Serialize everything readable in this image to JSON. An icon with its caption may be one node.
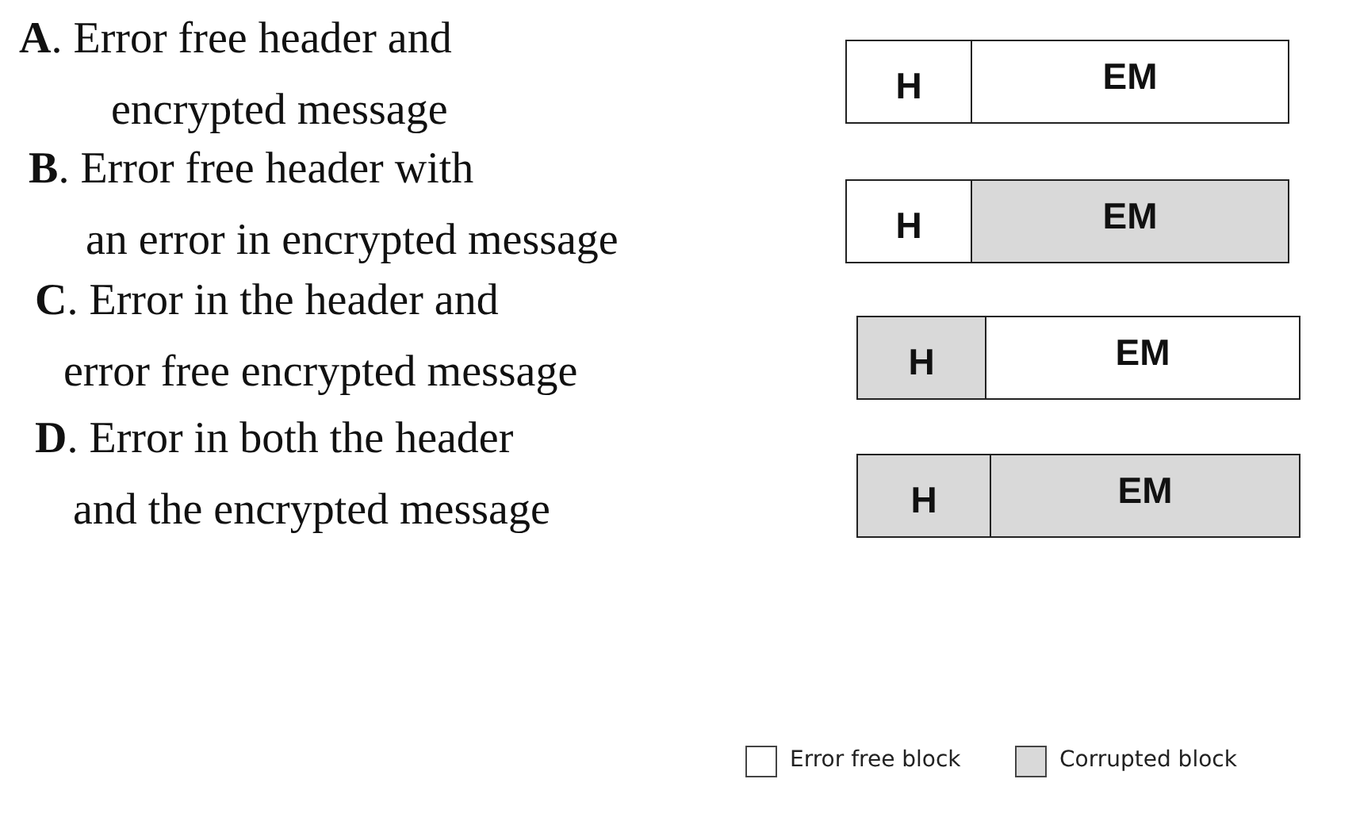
{
  "diagram": {
    "nodes": [
      {
        "text": [
          "H"
        ]
      },
      {
        "text": [
          "EM"
        ]
      },
      {
        "text": [
          "H"
        ]
      },
      {
        "text": [
          "EM"
        ]
      },
      {
        "text": [
          "H"
        ]
      },
      {
        "text": [
          "EM"
        ]
      },
      {
        "text": [
          "H"
        ]
      },
      {
        "text": [
          "EM"
        ]
      }
    ],
    "labels": [
      "**A**. Error free header and encrypted message",
      "**B**. Error free header with an error in encrypted message",
      "**C**. Error in the header and error free encrypted message",
      "**D**. Error in both the header and the encrypted message"
    ],
    "legend": [
      {
        "text": "Error free block",
        "color": "#ffffff"
      },
      {
        "text": "Corrupted block",
        "color": "#d9d9d9"
      }
    ]
  }
}
